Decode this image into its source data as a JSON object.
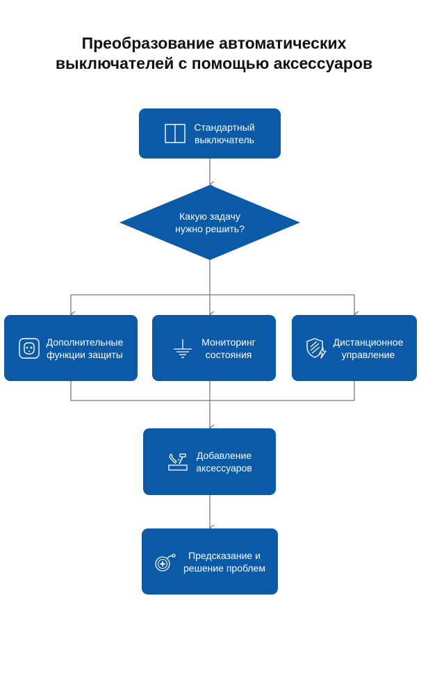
{
  "title": {
    "line1": "Преобразование автоматических",
    "line2": "выключателей с помощью аксессуаров"
  },
  "nodes": {
    "start": {
      "line1": "Стандартный",
      "line2": "выключатель",
      "icon": "breaker-icon"
    },
    "decision": {
      "line1": "Какую задачу",
      "line2": "нужно решить?"
    },
    "protection": {
      "line1": "Дополнительные",
      "line2": "функции защиты",
      "icon": "socket-icon"
    },
    "monitoring": {
      "line1": "Мониторинг",
      "line2": "состояния",
      "icon": "ground-icon"
    },
    "remote": {
      "line1": "Дистанционное",
      "line2": "управление",
      "icon": "shield-bolt-icon"
    },
    "accessories": {
      "line1": "Добавление",
      "line2": "аксессуаров",
      "icon": "tools-icon"
    },
    "prediction": {
      "line1": "Предсказание и",
      "line2": "решение проблем",
      "icon": "compass-icon"
    }
  },
  "colors": {
    "box": "#0a5aa8",
    "line": "#555555",
    "text": "#ffffff"
  }
}
